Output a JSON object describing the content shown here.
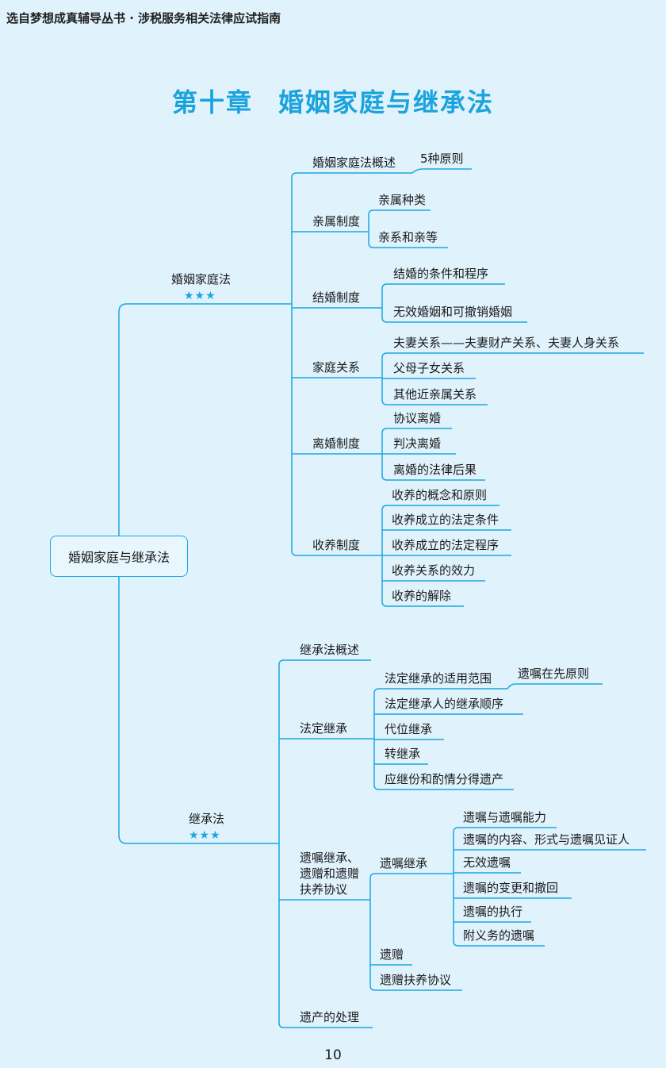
{
  "header": "选自梦想成真辅导丛书 · 涉税服务相关法律应试指南",
  "title": {
    "chapter": "第十章",
    "name": "婚姻家庭与继承法"
  },
  "root": "婚姻家庭与继承法",
  "branches": [
    {
      "label": "婚姻家庭法",
      "stars": "★★★",
      "items": [
        {
          "label": "婚姻家庭法概述",
          "children": [
            "5种原则"
          ]
        },
        {
          "label": "亲属制度",
          "children": [
            "亲属种类",
            "亲系和亲等"
          ]
        },
        {
          "label": "结婚制度",
          "children": [
            "结婚的条件和程序",
            "无效婚姻和可撤销婚姻"
          ]
        },
        {
          "label": "家庭关系",
          "children": [
            "夫妻关系——夫妻财产关系、夫妻人身关系",
            "父母子女关系",
            "其他近亲属关系"
          ]
        },
        {
          "label": "离婚制度",
          "children": [
            "协议离婚",
            "判决离婚",
            "离婚的法律后果"
          ]
        },
        {
          "label": "收养制度",
          "children": [
            "收养的概念和原则",
            "收养成立的法定条件",
            "收养成立的法定程序",
            "收养关系的效力",
            "收养的解除"
          ]
        }
      ]
    },
    {
      "label": "继承法",
      "stars": "★★★",
      "items": [
        {
          "label": "继承法概述"
        },
        {
          "label": "法定继承",
          "children": [
            "法定继承的适用范围",
            "法定继承人的继承顺序",
            "代位继承",
            "转继承",
            "应继份和酌情分得遗产"
          ],
          "sub": "遗嘱在先原则"
        },
        {
          "label_lines": [
            "遗嘱继承、",
            "遗赠和遗赠",
            "扶养协议"
          ],
          "children": [
            "遗嘱继承",
            "遗赠",
            "遗赠扶养协议"
          ],
          "will_children": [
            "遗嘱与遗嘱能力",
            "遗嘱的内容、形式与遗嘱见证人",
            "无效遗嘱",
            "遗嘱的变更和撤回",
            "遗嘱的执行",
            "附义务的遗嘱"
          ]
        },
        {
          "label": "遗产的处理"
        }
      ]
    }
  ],
  "page_number": "10",
  "colors": {
    "background": "#e0f2fc",
    "line": "#1aa7e0",
    "title": "#1aa3dd"
  }
}
